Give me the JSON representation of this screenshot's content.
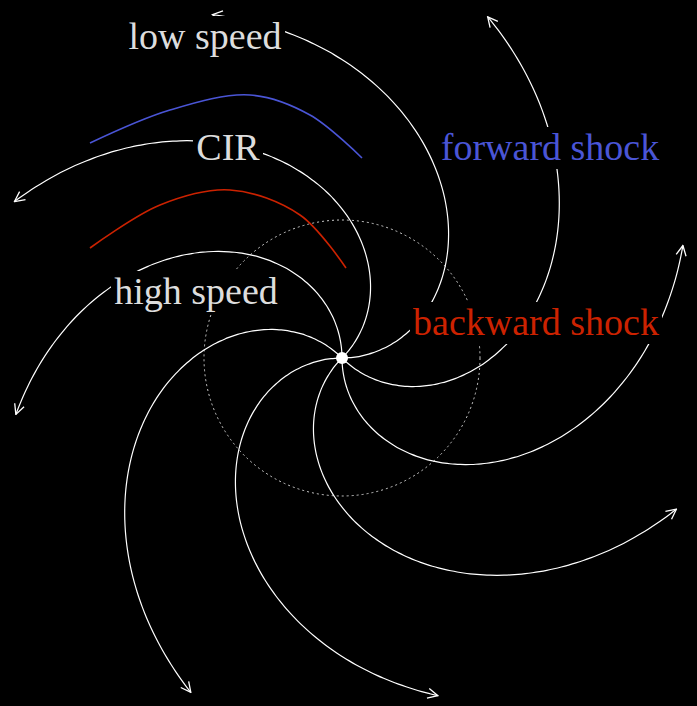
{
  "diagram": {
    "labels": [
      "low speed",
      "CIR",
      "forward shock",
      "high speed",
      "backward shock"
    ]
  }
}
